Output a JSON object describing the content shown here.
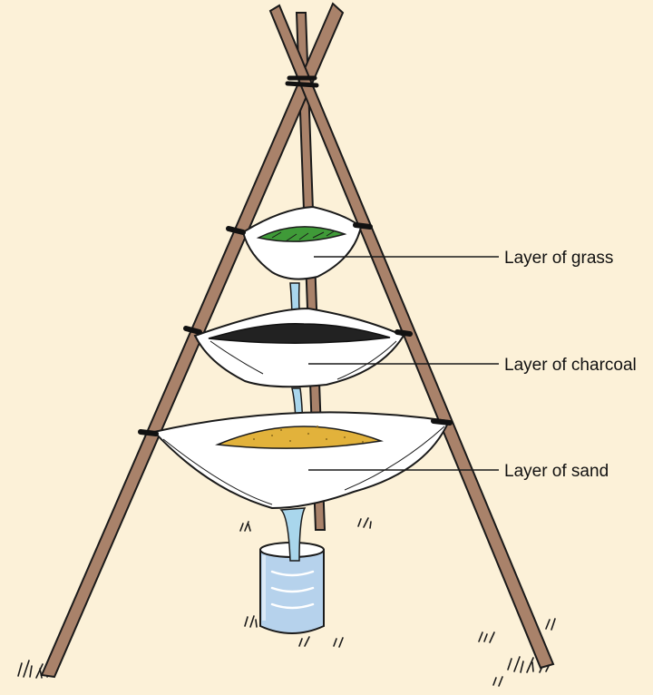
{
  "labels": {
    "grass": "Layer of grass",
    "charcoal": "Layer of charcoal",
    "sand": "Layer of sand"
  },
  "colors": {
    "background": "#fcf1d8",
    "pole": "#a9826a",
    "outline": "#1a1a1a",
    "cloth": "#ffffff",
    "grass": "#3f9a38",
    "charcoal": "#222222",
    "sand": "#e2b23b",
    "water": "#a9d6ec",
    "can": "#b6d2ec"
  },
  "icons": {
    "structure": "tripod-water-filter-icon",
    "collector": "tin-can-icon"
  }
}
